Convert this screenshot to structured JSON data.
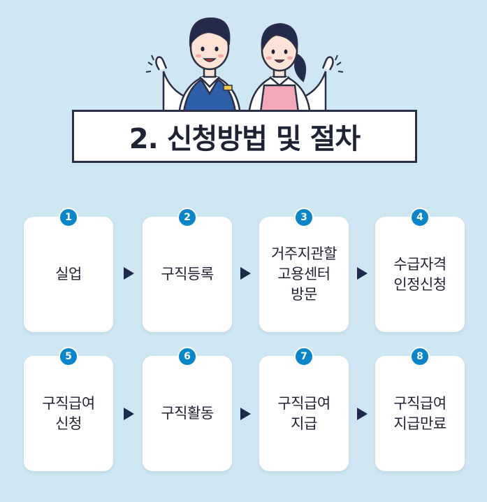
{
  "title": "2. 신청방법 및 절차",
  "colors": {
    "background": "#cfe6f3",
    "badge": "#0a86c8",
    "arrow": "#1e2a4a",
    "title_border": "#2a2f45"
  },
  "illustration": {
    "figures": [
      "man-worker-blue-vest",
      "woman-worker-pink-apron"
    ]
  },
  "steps": [
    {
      "number": "1",
      "label": "실업"
    },
    {
      "number": "2",
      "label": "구직등록"
    },
    {
      "number": "3",
      "label": "거주지관할\n고용센터\n방문"
    },
    {
      "number": "4",
      "label": "수급자격\n인정신청"
    },
    {
      "number": "5",
      "label": "구직급여\n신청"
    },
    {
      "number": "6",
      "label": "구직활동"
    },
    {
      "number": "7",
      "label": "구직급여\n지급"
    },
    {
      "number": "8",
      "label": "구직급여\n지급만료"
    }
  ]
}
